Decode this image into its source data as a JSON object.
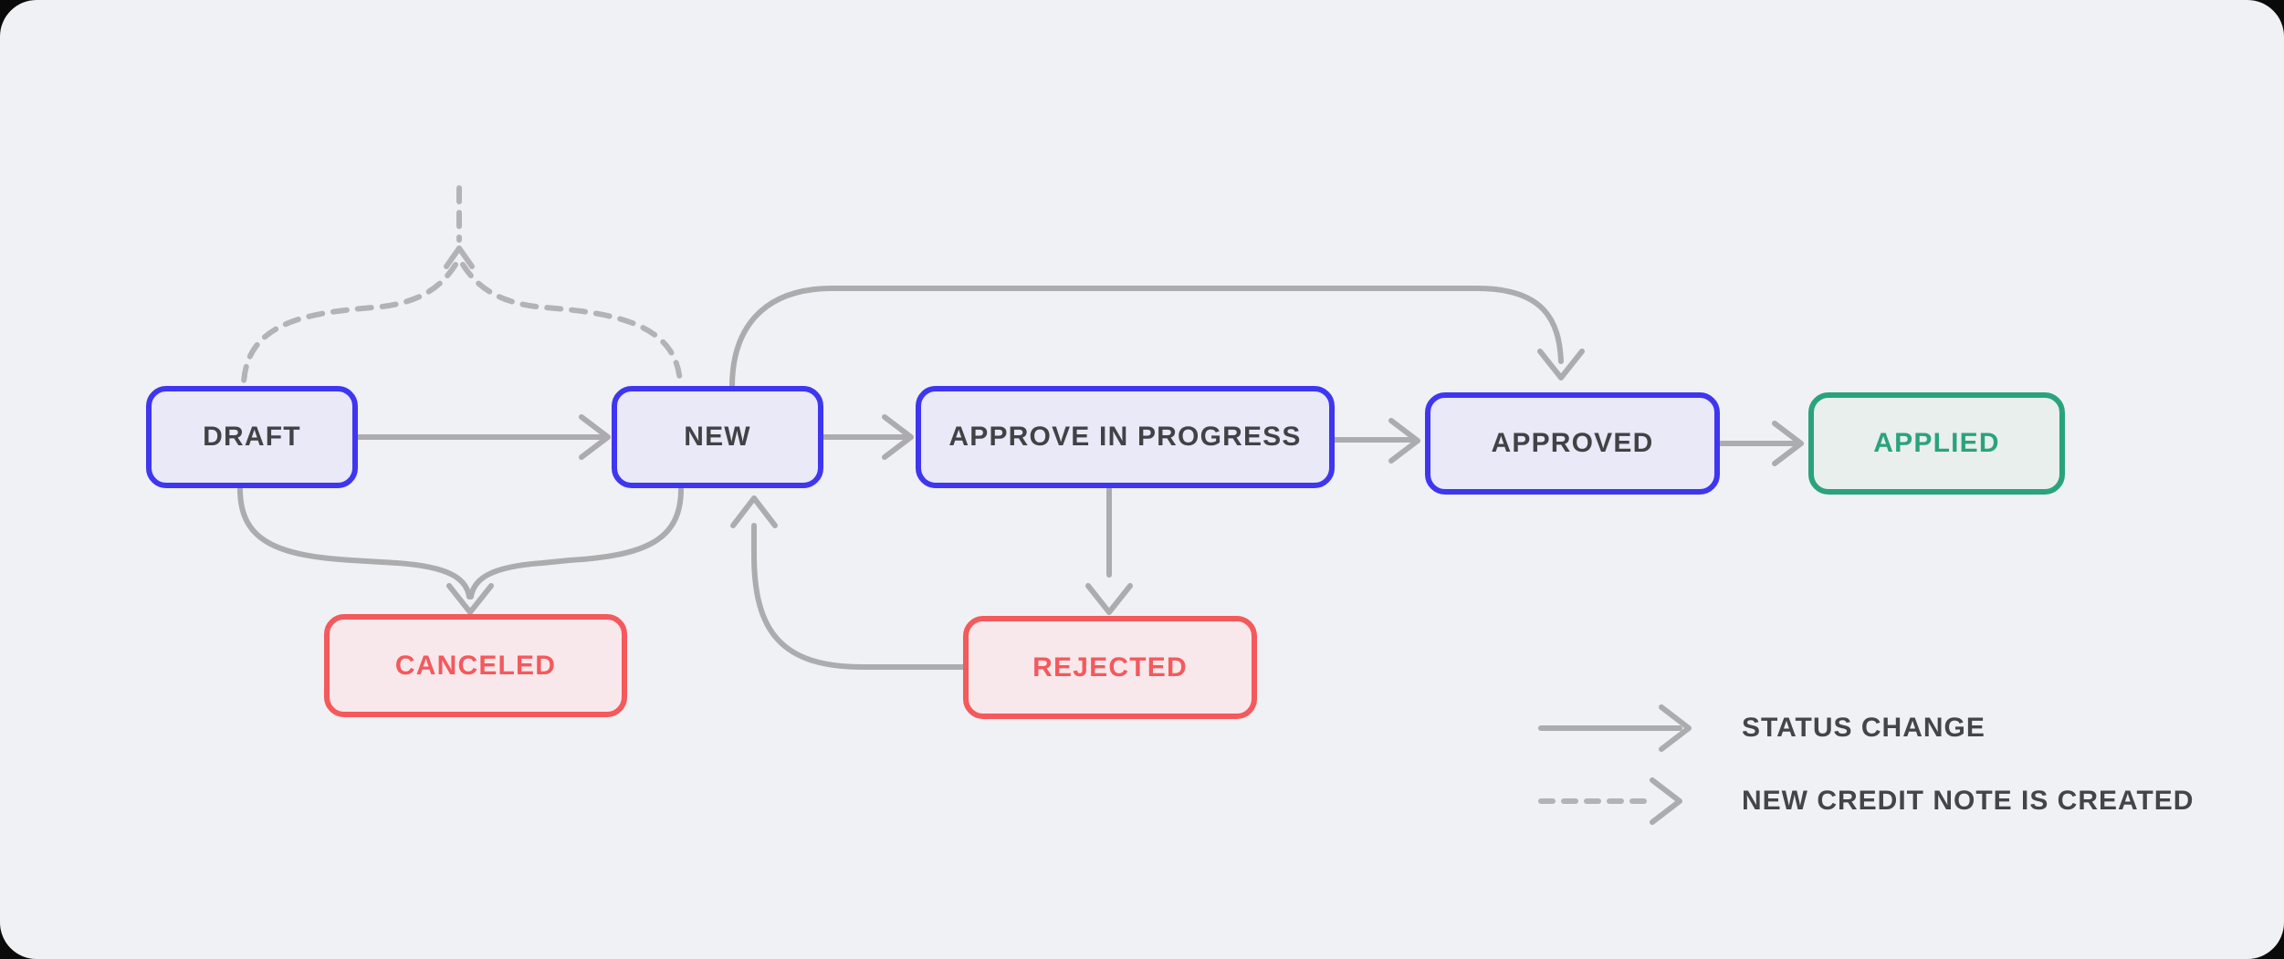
{
  "nodes": [
    {
      "id": "draft",
      "label": "DRAFT",
      "variant": "blue"
    },
    {
      "id": "new",
      "label": "NEW",
      "variant": "blue"
    },
    {
      "id": "approve_in_progress",
      "label": "APPROVE IN PROGRESS",
      "variant": "blue"
    },
    {
      "id": "approved",
      "label": "APPROVED",
      "variant": "blue"
    },
    {
      "id": "applied",
      "label": "APPLIED",
      "variant": "green"
    },
    {
      "id": "canceled",
      "label": "CANCELED",
      "variant": "red"
    },
    {
      "id": "rejected",
      "label": "REJECTED",
      "variant": "red"
    }
  ],
  "edges": [
    {
      "from": "DRAFT",
      "to": "NEW",
      "type": "status-change"
    },
    {
      "from": "NEW",
      "to": "APPROVE IN PROGRESS",
      "type": "status-change"
    },
    {
      "from": "APPROVE IN PROGRESS",
      "to": "APPROVED",
      "type": "status-change"
    },
    {
      "from": "APPROVED",
      "to": "APPLIED",
      "type": "status-change"
    },
    {
      "from": "NEW",
      "to": "APPROVED",
      "type": "status-change"
    },
    {
      "from": "DRAFT",
      "to": "CANCELED",
      "type": "status-change"
    },
    {
      "from": "NEW",
      "to": "CANCELED",
      "type": "status-change"
    },
    {
      "from": "APPROVE IN PROGRESS",
      "to": "REJECTED",
      "type": "status-change"
    },
    {
      "from": "REJECTED",
      "to": "NEW",
      "type": "status-change"
    },
    {
      "from": "DRAFT",
      "type": "new-credit-note-created"
    },
    {
      "from": "NEW",
      "type": "new-credit-note-created"
    }
  ],
  "legend": {
    "items": [
      {
        "label": "STATUS CHANGE",
        "line_style": "solid"
      },
      {
        "label": "NEW CREDIT NOTE IS CREATED",
        "line_style": "dashed"
      }
    ]
  },
  "colors": {
    "background": "#F0F1F4",
    "frame": "#0A0A0A",
    "blue_border": "#3E36F0",
    "blue_fill": "#E9E9F8",
    "dark_text": "#424246",
    "red": "#F4595C",
    "red_fill": "#F8E8EB",
    "green": "#2AA37D",
    "green_fill": "#E9EFEC",
    "connector_solid": "#ACACAE",
    "connector_dashed": "#B3B3B6"
  }
}
